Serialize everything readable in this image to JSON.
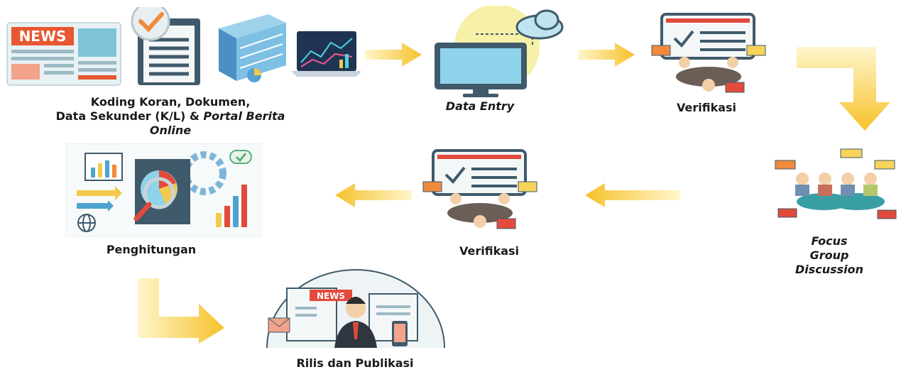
{
  "steps": {
    "koding": {
      "line1": "Koding Koran, Dokumen,",
      "line2_plain": "Data Sekunder (K/L) & ",
      "line2_italic": "Portal  Berita",
      "line3_italic": "Online",
      "news_badge": "NEWS"
    },
    "data_entry": {
      "label": "Data Entry"
    },
    "verifikasi_1": {
      "label": "Verifikasi"
    },
    "fgd": {
      "line1": "Focus",
      "line2": "Group",
      "line3": "Discussion"
    },
    "verifikasi_2": {
      "label": "Verifikasi"
    },
    "penghitungan": {
      "label": "Penghitungan"
    },
    "rilis": {
      "label": "Rilis dan Publikasi",
      "news_badge": "NEWS"
    }
  },
  "colors": {
    "arrow_start": "#fff4c2",
    "arrow_end": "#f7c52a",
    "accent_orange": "#f08a3c",
    "accent_teal": "#3a9ea5",
    "accent_red": "#e24a3b",
    "text": "#1a1a1a"
  }
}
